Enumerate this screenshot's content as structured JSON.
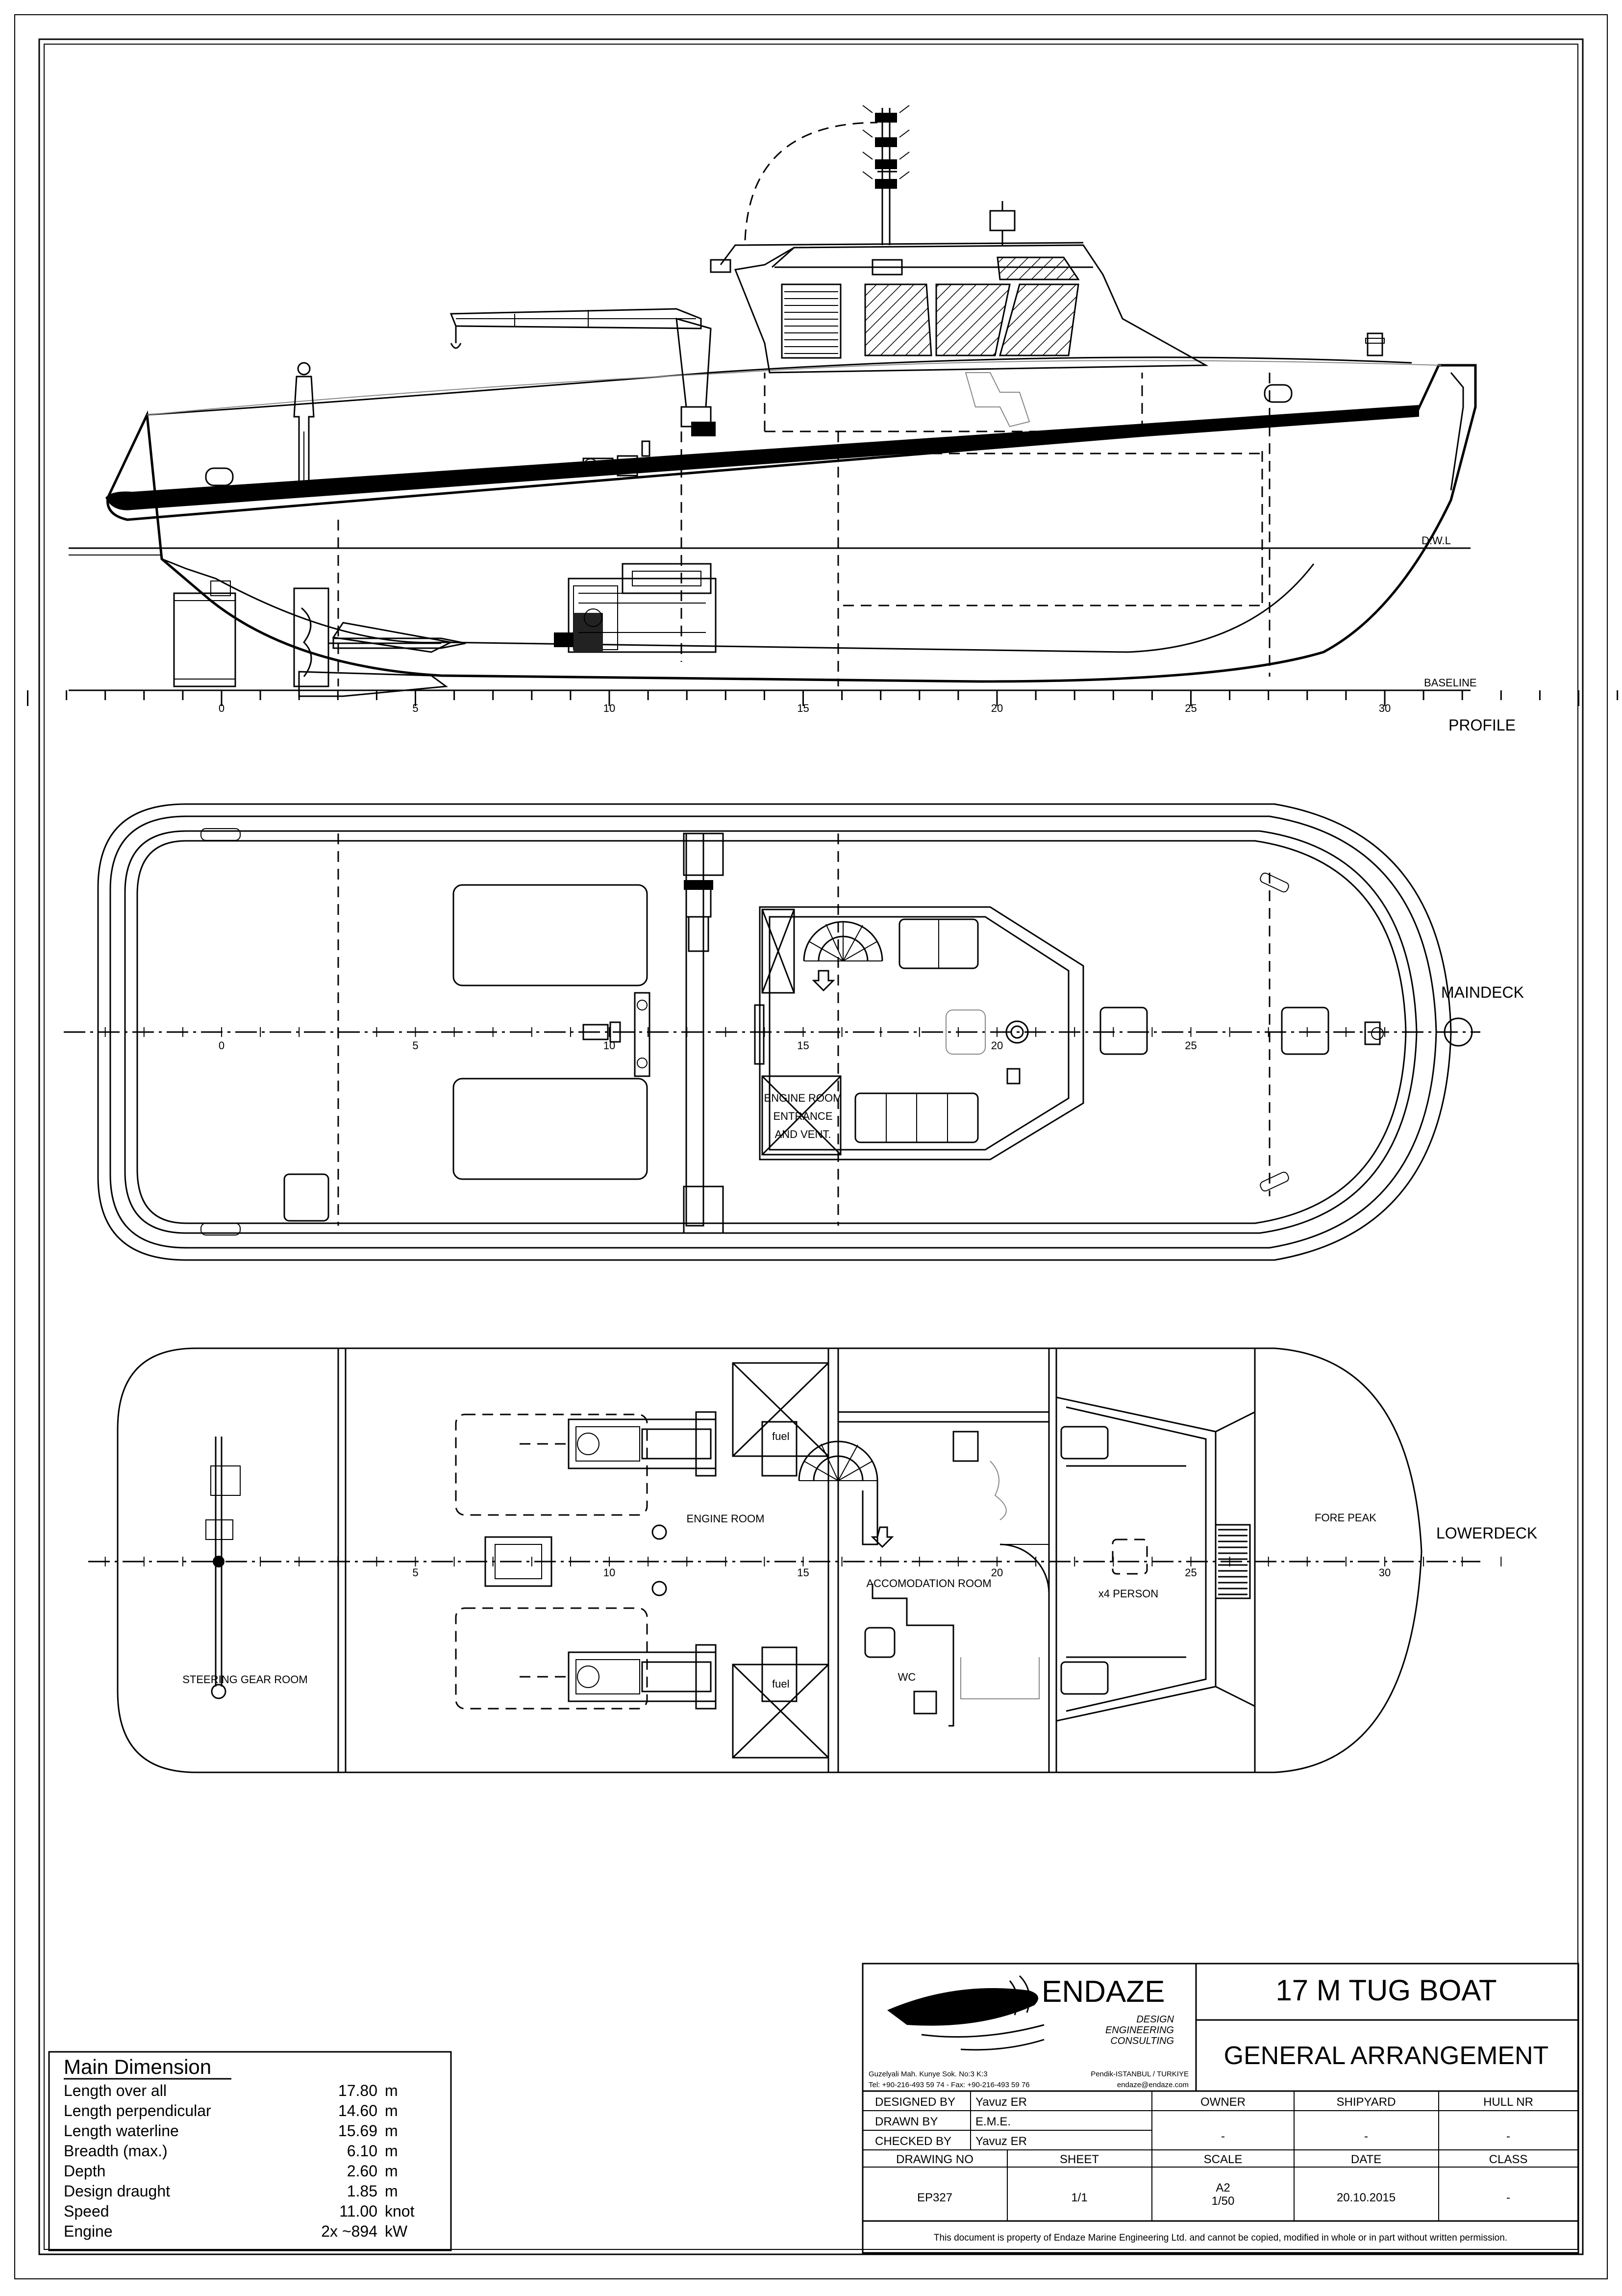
{
  "views": {
    "profile": {
      "label": "PROFILE",
      "dwl_label": "D.W.L",
      "baseline_label": "BASELINE",
      "frames": [
        "0",
        "5",
        "10",
        "15",
        "20",
        "25",
        "30"
      ]
    },
    "maindeck": {
      "label": "MAINDECK",
      "engine_room_entrance": [
        "ENGINE ROOM",
        "ENTRANCE",
        "AND VENT."
      ],
      "frames": [
        "0",
        "5",
        "10",
        "15",
        "20",
        "25"
      ]
    },
    "lowerdeck": {
      "label": "LOWERDECK",
      "rooms": {
        "steering_gear": "STEERING GEAR ROOM",
        "engine_room": "ENGINE ROOM",
        "accomodation": "ACCOMODATION ROOM",
        "persons": "x4 PERSON",
        "wc": "WC",
        "fore_peak": "FORE PEAK",
        "fuel_top": "fuel",
        "fuel_bottom": "fuel"
      },
      "frames": [
        "5",
        "10",
        "15",
        "20",
        "25",
        "30"
      ]
    }
  },
  "main_dimension": {
    "title": "Main Dimension",
    "rows": [
      {
        "label": "Length over all",
        "value": "17.80",
        "unit": "m"
      },
      {
        "label": "Length perpendicular",
        "value": "14.60",
        "unit": "m"
      },
      {
        "label": "Length waterline",
        "value": "15.69",
        "unit": "m"
      },
      {
        "label": "Breadth (max.)",
        "value": "6.10",
        "unit": "m"
      },
      {
        "label": "Depth",
        "value": "2.60",
        "unit": "m"
      },
      {
        "label": "Design draught",
        "value": "1.85",
        "unit": "m"
      },
      {
        "label": "Speed",
        "value": "11.00",
        "unit": "knot"
      },
      {
        "label": "Engine",
        "value": "2x ~894",
        "unit": "kW"
      }
    ]
  },
  "title_block": {
    "company": "ENDAZE",
    "tagline": [
      "DESIGN",
      "ENGINEERING",
      "CONSULTING"
    ],
    "address_line1": "Guzelyali Mah. Kunye Sok. No:3 K:3",
    "address_line1_right": "Pendik-ISTANBUL / TURKIYE",
    "address_line2": "Tel: +90-216-493 59 74 - Fax: +90-216-493 59 76",
    "address_line2_right": "endaze@endaze.com",
    "project_title": "17 M TUG BOAT",
    "drawing_title": "GENERAL ARRANGEMENT",
    "designed_by_label": "DESIGNED BY",
    "designed_by": "Yavuz ER",
    "drawn_by_label": "DRAWN BY",
    "drawn_by": "E.M.E.",
    "checked_by_label": "CHECKED BY",
    "checked_by": "Yavuz ER",
    "owner_label": "OWNER",
    "owner": "-",
    "shipyard_label": "SHIPYARD",
    "shipyard": "-",
    "hull_nr_label": "HULL NR",
    "hull_nr": "-",
    "drawing_no_label": "DRAWING NO",
    "drawing_no": "EP327",
    "sheet_label": "SHEET",
    "sheet": "1/1",
    "scale_label": "SCALE",
    "scale_paper": "A2",
    "scale": "1/50",
    "date_label": "DATE",
    "date": "20.10.2015",
    "class_label": "CLASS",
    "class": "-",
    "disclaimer": "This document is property of  Endaze Marine Engineering Ltd. and cannot be copied, modified in whole or in part without written permission."
  }
}
